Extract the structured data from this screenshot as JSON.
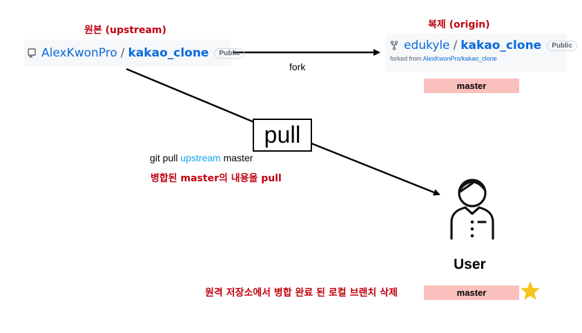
{
  "upstream": {
    "heading": "원본 (upstream)",
    "icon": "repo-icon",
    "owner": "AlexKwonPro",
    "slash": "/",
    "repo": "kakao_clone",
    "badge": "Public"
  },
  "origin": {
    "heading": "복제 (origin)",
    "icon": "fork-icon",
    "owner": "edukyle",
    "slash": "/",
    "repo": "kakao_clone",
    "badge": "Public",
    "forked_from_prefix": "forked from",
    "forked_from_link": "AlexKwonPro/kakao_clone",
    "branch": "master"
  },
  "fork_arrow_label": "fork",
  "pull_box_label": "pull",
  "pull_command": {
    "part1": "git pull",
    "remote": "upstream",
    "branch": "master"
  },
  "pull_note": "병합된 master의 내용을 pull",
  "user": {
    "icon": "user-icon",
    "label": "User",
    "delete_note": "원격 저장소에서 병합 완료 된 로컬 브랜치 삭제",
    "branch": "master",
    "star_icon": "star-icon"
  },
  "colors": {
    "red": "#c0000f",
    "link_blue": "#0969da",
    "upstream_blue": "#0ea5e9",
    "branch_bg": "#f9c0bd",
    "star": "#f5c518"
  }
}
